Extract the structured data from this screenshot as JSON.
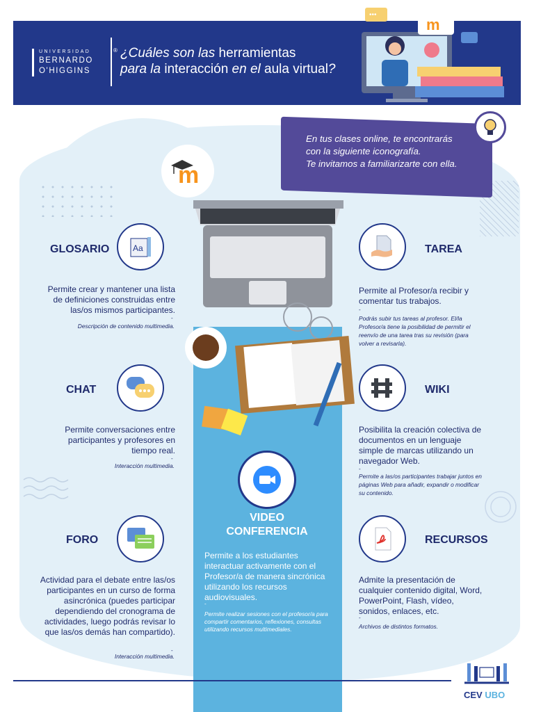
{
  "header": {
    "logo": {
      "line1": "UNIVERSIDAD",
      "line2": "BERNARDO",
      "line3": "O'HIGGINS",
      "registered": "®"
    },
    "title": {
      "p1": "¿Cuáles son las ",
      "b1": "herramientas",
      "p2": "para la ",
      "b2": "interacción",
      "p3": " en el ",
      "b3": "aula virtual",
      "p4": "?"
    }
  },
  "callout": {
    "line1": "En tus clases online, te encontrarás",
    "line2": "con la siguiente iconografía.",
    "line3": "Te invitamos a familiarizarte con ella."
  },
  "sections": {
    "glosario": {
      "title": "GLOSARIO",
      "desc": "Permite crear y mantener una lista de definiciones construidas entre las/os mismos participantes.",
      "dash": "-",
      "note": "Descripción de contenido multimedia.",
      "icon": "glossary-icon"
    },
    "chat": {
      "title": "CHAT",
      "desc": "Permite conversaciones entre participantes y profesores en tiempo real.",
      "dash": "-",
      "note": "Interacción multimedia.",
      "icon": "chat-icon"
    },
    "foro": {
      "title": "FORO",
      "desc": "Actividad para el debate entre las/os participantes en un curso de forma asincrónica (puedes participar dependiendo del cronograma de actividades, luego podrás revisar lo que las/os demás han compartido).",
      "dash": "-",
      "note": "Interacción multimedia.",
      "icon": "forum-icon"
    },
    "tarea": {
      "title": "TAREA",
      "desc": "Permite al Profesor/a recibir y comentar tus trabajos.",
      "dash": "-",
      "note": "Podrás subir tus tareas al profesor. El/la Profesor/a tiene la posibilidad de permitir el reenvío de una tarea tras su revisión (para volver a revisarla).",
      "icon": "assignment-icon"
    },
    "wiki": {
      "title": "WIKI",
      "desc": "Posibilita la creación colectiva de documentos en un lenguaje simple de marcas utilizando un navegador Web.",
      "dash": "-",
      "note": "Permite a las/os participantes trabajar juntos en páginas Web para añadir, expandir o modificar su contenido.",
      "icon": "wiki-icon"
    },
    "recursos": {
      "title": "RECURSOS",
      "desc": "Admite la presentación de cualquier contenido digital, Word, PowerPoint, Flash, vídeo, sonidos, enlaces, etc.",
      "dash": "-",
      "note": "Archivos de distintos formatos.",
      "icon": "pdf-icon"
    },
    "video": {
      "title_line1": "VIDEO",
      "title_line2": "CONFERENCIA",
      "desc": "Permite a los estudiantes interactuar activamente con el Profesor/a de manera sincrónica utilizando los recursos audiovisuales.",
      "dash": "-",
      "note": "Permite realizar sesiones con el profesor/a para compartir comentarios, reflexiones, consultas utilizando recursos multimediales.",
      "icon": "video-camera-icon"
    }
  },
  "moodle_letter": "m",
  "footer": {
    "cev": "CEV",
    "ubo": "UBO"
  },
  "colors": {
    "navy": "#22388a",
    "light_blue": "#5cb3df",
    "purple": "#534a99",
    "orange": "#f7941d",
    "pale": "#e3f0f8"
  }
}
